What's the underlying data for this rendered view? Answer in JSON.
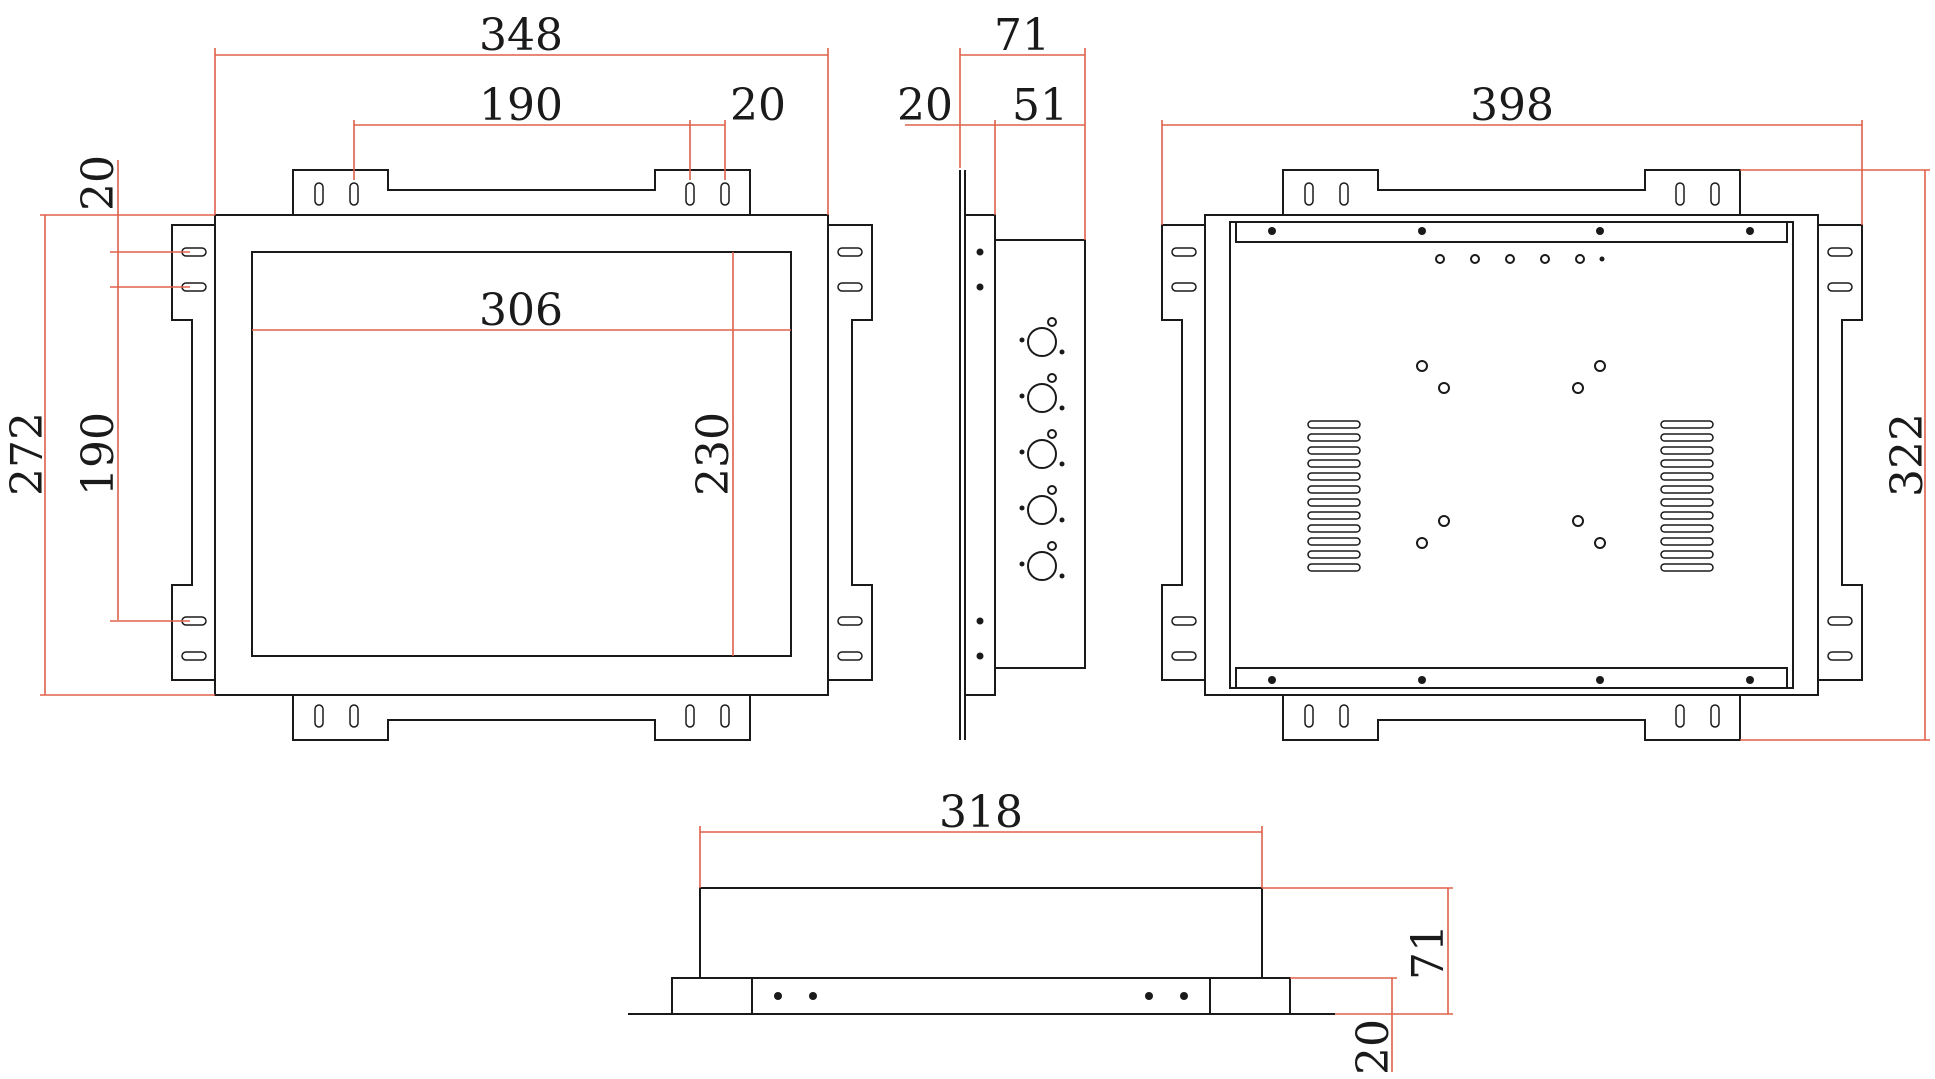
{
  "dimensions": {
    "front": {
      "overall_width": "348",
      "hole_spacing": "190",
      "hole_pitch": "20",
      "visible_width": "306",
      "visible_height": "230",
      "left_pitch": "20",
      "left_spacing": "190",
      "overall_height": "272"
    },
    "side": {
      "depth": "71",
      "flange": "20",
      "body": "51"
    },
    "back": {
      "bracket_width": "398",
      "bracket_height": "322"
    },
    "bottom": {
      "body_width": "318",
      "depth": "71",
      "flange": "20"
    }
  },
  "colors": {
    "outline": "#1a1a1a",
    "dimension_line": "#e0614a",
    "background": "#ffffff"
  }
}
